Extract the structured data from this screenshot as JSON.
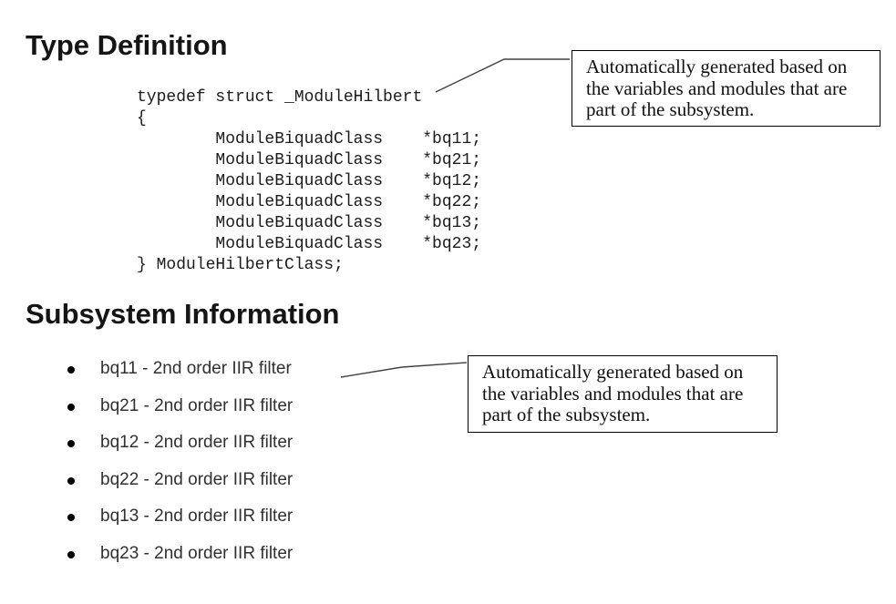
{
  "colors": {
    "background": "#ffffff",
    "heading": "#151515",
    "text": "#303030",
    "code": "#1b1b1b",
    "box-border": "#000000",
    "connector": "#404040",
    "bullet": "#000000"
  },
  "type_definition": {
    "heading": "Type Definition",
    "code_lines": [
      "typedef struct _ModuleHilbert",
      "{",
      "        ModuleBiquadClass    *bq11;",
      "        ModuleBiquadClass    *bq21;",
      "        ModuleBiquadClass    *bq12;",
      "        ModuleBiquadClass    *bq22;",
      "        ModuleBiquadClass    *bq13;",
      "        ModuleBiquadClass    *bq23;",
      "} ModuleHilbertClass;"
    ]
  },
  "subsystem_information": {
    "heading": "Subsystem Information",
    "items": [
      "bq11 - 2nd order IIR filter",
      "bq21 - 2nd order IIR filter",
      "bq12 - 2nd order IIR filter",
      "bq22 - 2nd order IIR filter",
      "bq13 - 2nd order IIR filter",
      "bq23 - 2nd order IIR filter"
    ]
  },
  "callouts": [
    {
      "lines": [
        "Automatically generated based on",
        "the variables and modules that are",
        "part of the subsystem."
      ]
    },
    {
      "lines": [
        "Automatically generated based on",
        "the variables and modules that are",
        "part of the subsystem."
      ]
    }
  ]
}
